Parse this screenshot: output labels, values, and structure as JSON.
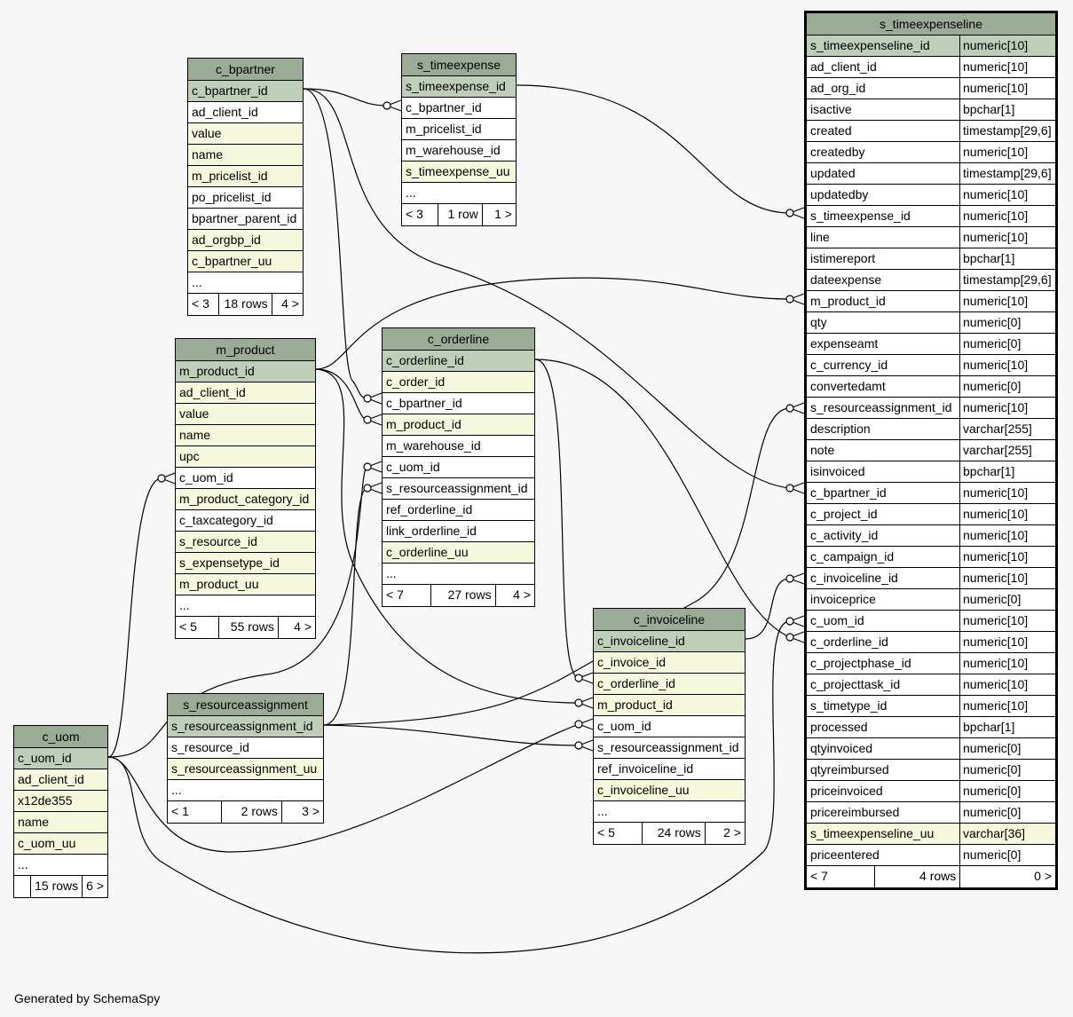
{
  "footer_text": "Generated by SchemaSpy",
  "tables": {
    "c_bpartner": {
      "name": "c_bpartner",
      "columns": [
        "c_bpartner_id",
        "ad_client_id",
        "value",
        "name",
        "m_pricelist_id",
        "po_pricelist_id",
        "bpartner_parent_id",
        "ad_orgbp_id",
        "c_bpartner_uu",
        "..."
      ],
      "footer": [
        "< 3",
        "18 rows",
        "4 >"
      ]
    },
    "s_timeexpense": {
      "name": "s_timeexpense",
      "columns": [
        "s_timeexpense_id",
        "c_bpartner_id",
        "m_pricelist_id",
        "m_warehouse_id",
        "s_timeexpense_uu",
        "..."
      ],
      "footer": [
        "< 3",
        "1 row",
        "1 >"
      ]
    },
    "m_product": {
      "name": "m_product",
      "columns": [
        "m_product_id",
        "ad_client_id",
        "value",
        "name",
        "upc",
        "c_uom_id",
        "m_product_category_id",
        "c_taxcategory_id",
        "s_resource_id",
        "s_expensetype_id",
        "m_product_uu",
        "..."
      ],
      "footer": [
        "< 5",
        "55 rows",
        "4 >"
      ]
    },
    "c_orderline": {
      "name": "c_orderline",
      "columns": [
        "c_orderline_id",
        "c_order_id",
        "c_bpartner_id",
        "m_product_id",
        "m_warehouse_id",
        "c_uom_id",
        "s_resourceassignment_id",
        "ref_orderline_id",
        "link_orderline_id",
        "c_orderline_uu",
        "..."
      ],
      "footer": [
        "< 7",
        "27 rows",
        "4 >"
      ]
    },
    "s_resourceassignment": {
      "name": "s_resourceassignment",
      "columns": [
        "s_resourceassignment_id",
        "s_resource_id",
        "s_resourceassignment_uu",
        "..."
      ],
      "footer": [
        "< 1",
        "2 rows",
        "3 >"
      ]
    },
    "c_invoiceline": {
      "name": "c_invoiceline",
      "columns": [
        "c_invoiceline_id",
        "c_invoice_id",
        "c_orderline_id",
        "m_product_id",
        "c_uom_id",
        "s_resourceassignment_id",
        "ref_invoiceline_id",
        "c_invoiceline_uu",
        "..."
      ],
      "footer": [
        "< 5",
        "24 rows",
        "2 >"
      ]
    },
    "c_uom": {
      "name": "c_uom",
      "columns": [
        "c_uom_id",
        "ad_client_id",
        "x12de355",
        "name",
        "c_uom_uu",
        "..."
      ],
      "footer": [
        "",
        "15 rows",
        "6 >"
      ]
    },
    "s_timeexpenseline": {
      "name": "s_timeexpenseline",
      "columns": [
        [
          "s_timeexpenseline_id",
          "numeric[10]"
        ],
        [
          "ad_client_id",
          "numeric[10]"
        ],
        [
          "ad_org_id",
          "numeric[10]"
        ],
        [
          "isactive",
          "bpchar[1]"
        ],
        [
          "created",
          "timestamp[29,6]"
        ],
        [
          "createdby",
          "numeric[10]"
        ],
        [
          "updated",
          "timestamp[29,6]"
        ],
        [
          "updatedby",
          "numeric[10]"
        ],
        [
          "s_timeexpense_id",
          "numeric[10]"
        ],
        [
          "line",
          "numeric[10]"
        ],
        [
          "istimereport",
          "bpchar[1]"
        ],
        [
          "dateexpense",
          "timestamp[29,6]"
        ],
        [
          "m_product_id",
          "numeric[10]"
        ],
        [
          "qty",
          "numeric[0]"
        ],
        [
          "expenseamt",
          "numeric[0]"
        ],
        [
          "c_currency_id",
          "numeric[10]"
        ],
        [
          "convertedamt",
          "numeric[0]"
        ],
        [
          "s_resourceassignment_id",
          "numeric[10]"
        ],
        [
          "description",
          "varchar[255]"
        ],
        [
          "note",
          "varchar[255]"
        ],
        [
          "isinvoiced",
          "bpchar[1]"
        ],
        [
          "c_bpartner_id",
          "numeric[10]"
        ],
        [
          "c_project_id",
          "numeric[10]"
        ],
        [
          "c_activity_id",
          "numeric[10]"
        ],
        [
          "c_campaign_id",
          "numeric[10]"
        ],
        [
          "c_invoiceline_id",
          "numeric[10]"
        ],
        [
          "invoiceprice",
          "numeric[0]"
        ],
        [
          "c_uom_id",
          "numeric[10]"
        ],
        [
          "c_orderline_id",
          "numeric[10]"
        ],
        [
          "c_projectphase_id",
          "numeric[10]"
        ],
        [
          "c_projecttask_id",
          "numeric[10]"
        ],
        [
          "s_timetype_id",
          "numeric[10]"
        ],
        [
          "processed",
          "bpchar[1]"
        ],
        [
          "qtyinvoiced",
          "numeric[0]"
        ],
        [
          "qtyreimbursed",
          "numeric[0]"
        ],
        [
          "priceinvoiced",
          "numeric[0]"
        ],
        [
          "pricereimbursed",
          "numeric[0]"
        ],
        [
          "s_timeexpenseline_uu",
          "varchar[36]"
        ],
        [
          "priceentered",
          "numeric[0]"
        ]
      ],
      "footer": [
        "< 7",
        "4 rows",
        "0 >"
      ]
    }
  },
  "colors": {
    "header": "#9aab96",
    "primary_key": "#bfceb9",
    "indexed": "#f5f8dc",
    "plain": "#ffffff"
  }
}
